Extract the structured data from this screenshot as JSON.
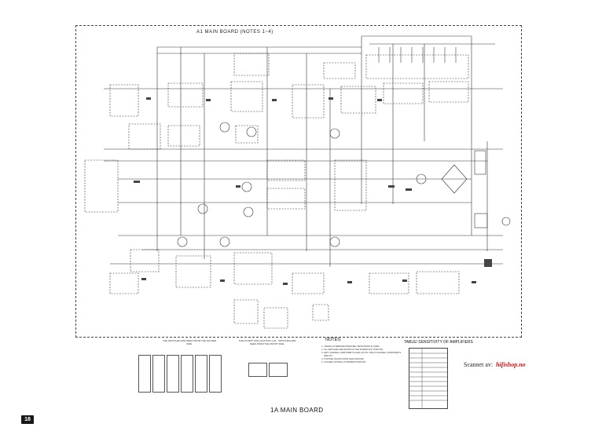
{
  "diagram": {
    "frame_title": "A1  MAIN  BOARD  (NOTES 1~4)",
    "board_title": "1A    MAIN BOARD",
    "page_number": "18"
  },
  "watermark": {
    "label": "Scannet av:",
    "site": "hifishop.no",
    "site_color": "#c81414"
  },
  "notes": {
    "title": "NOTES:",
    "items": [
      "UNLESS OTHERWISE SPECIFIED, RESISTANCE IN OHMS",
      "ALL SWITCHES ARE SHOWN IN THE 'POWER OFF' POSITION",
      "LEFT CHANNEL COMPONENTS HAVE 1XX NO. RIGHT CHANNEL COMPONENTS ARE 2XX",
      "VOLTAGE VALUES FROM LEAD GROUND",
      "VOLUME CONTROL AT MINIMUM POSITION"
    ]
  },
  "table": {
    "title": "TABLE/ SENSITIVITY OF AMPLIFIERS"
  },
  "switches": {
    "left_caption": "THE SWITCHES ARE SEEN FROM THE SOLDER SIDE.",
    "right_caption": "THE FM-MPX AND ACOUSTIC CAL. SWITCHES ARE SEEN FROM THE FRONT SIDE."
  }
}
